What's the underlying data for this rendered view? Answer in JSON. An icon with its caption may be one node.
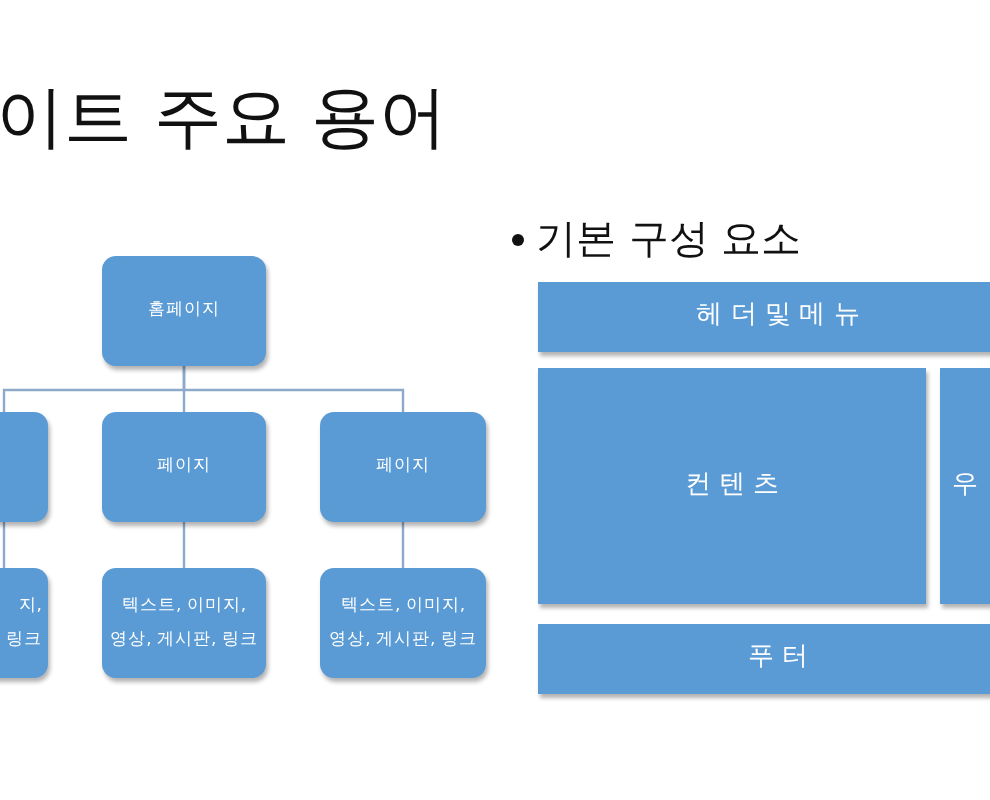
{
  "diagram": {
    "title": "이트 주요 용어",
    "nodes": [
      {
        "text": [
          "홈페이지"
        ]
      },
      {
        "text": [],
        "shape": "box"
      },
      {
        "text": [
          "페이지"
        ]
      },
      {
        "text": [
          "페이지"
        ]
      },
      {
        "text": [
          "지, 링크"
        ]
      },
      {
        "text": [
          "텍스트, 이미지, 영상, 게시판, 링크"
        ]
      },
      {
        "text": [
          "텍스트, 이미지, 영상, 게시판, 링크"
        ]
      },
      {
        "text": [
          "헤 더 및 메 뉴"
        ]
      },
      {
        "text": [
          "컨 텐 츠"
        ]
      },
      {
        "text": [
          "우"
        ]
      },
      {
        "text": [
          "푸 터"
        ]
      }
    ],
    "edges": [
      {
        "from": 0,
        "to": 1,
        "arrow": "none"
      },
      {
        "from": 0,
        "to": 2,
        "arrow": "none"
      },
      {
        "from": 0,
        "to": 3,
        "arrow": "none"
      },
      {
        "from": 1,
        "to": 4,
        "arrow": "none"
      },
      {
        "from": 2,
        "to": 5,
        "arrow": "none"
      },
      {
        "from": 3,
        "to": 6,
        "arrow": "none"
      }
    ],
    "labels": [
      "기본 구성 요소"
    ]
  }
}
